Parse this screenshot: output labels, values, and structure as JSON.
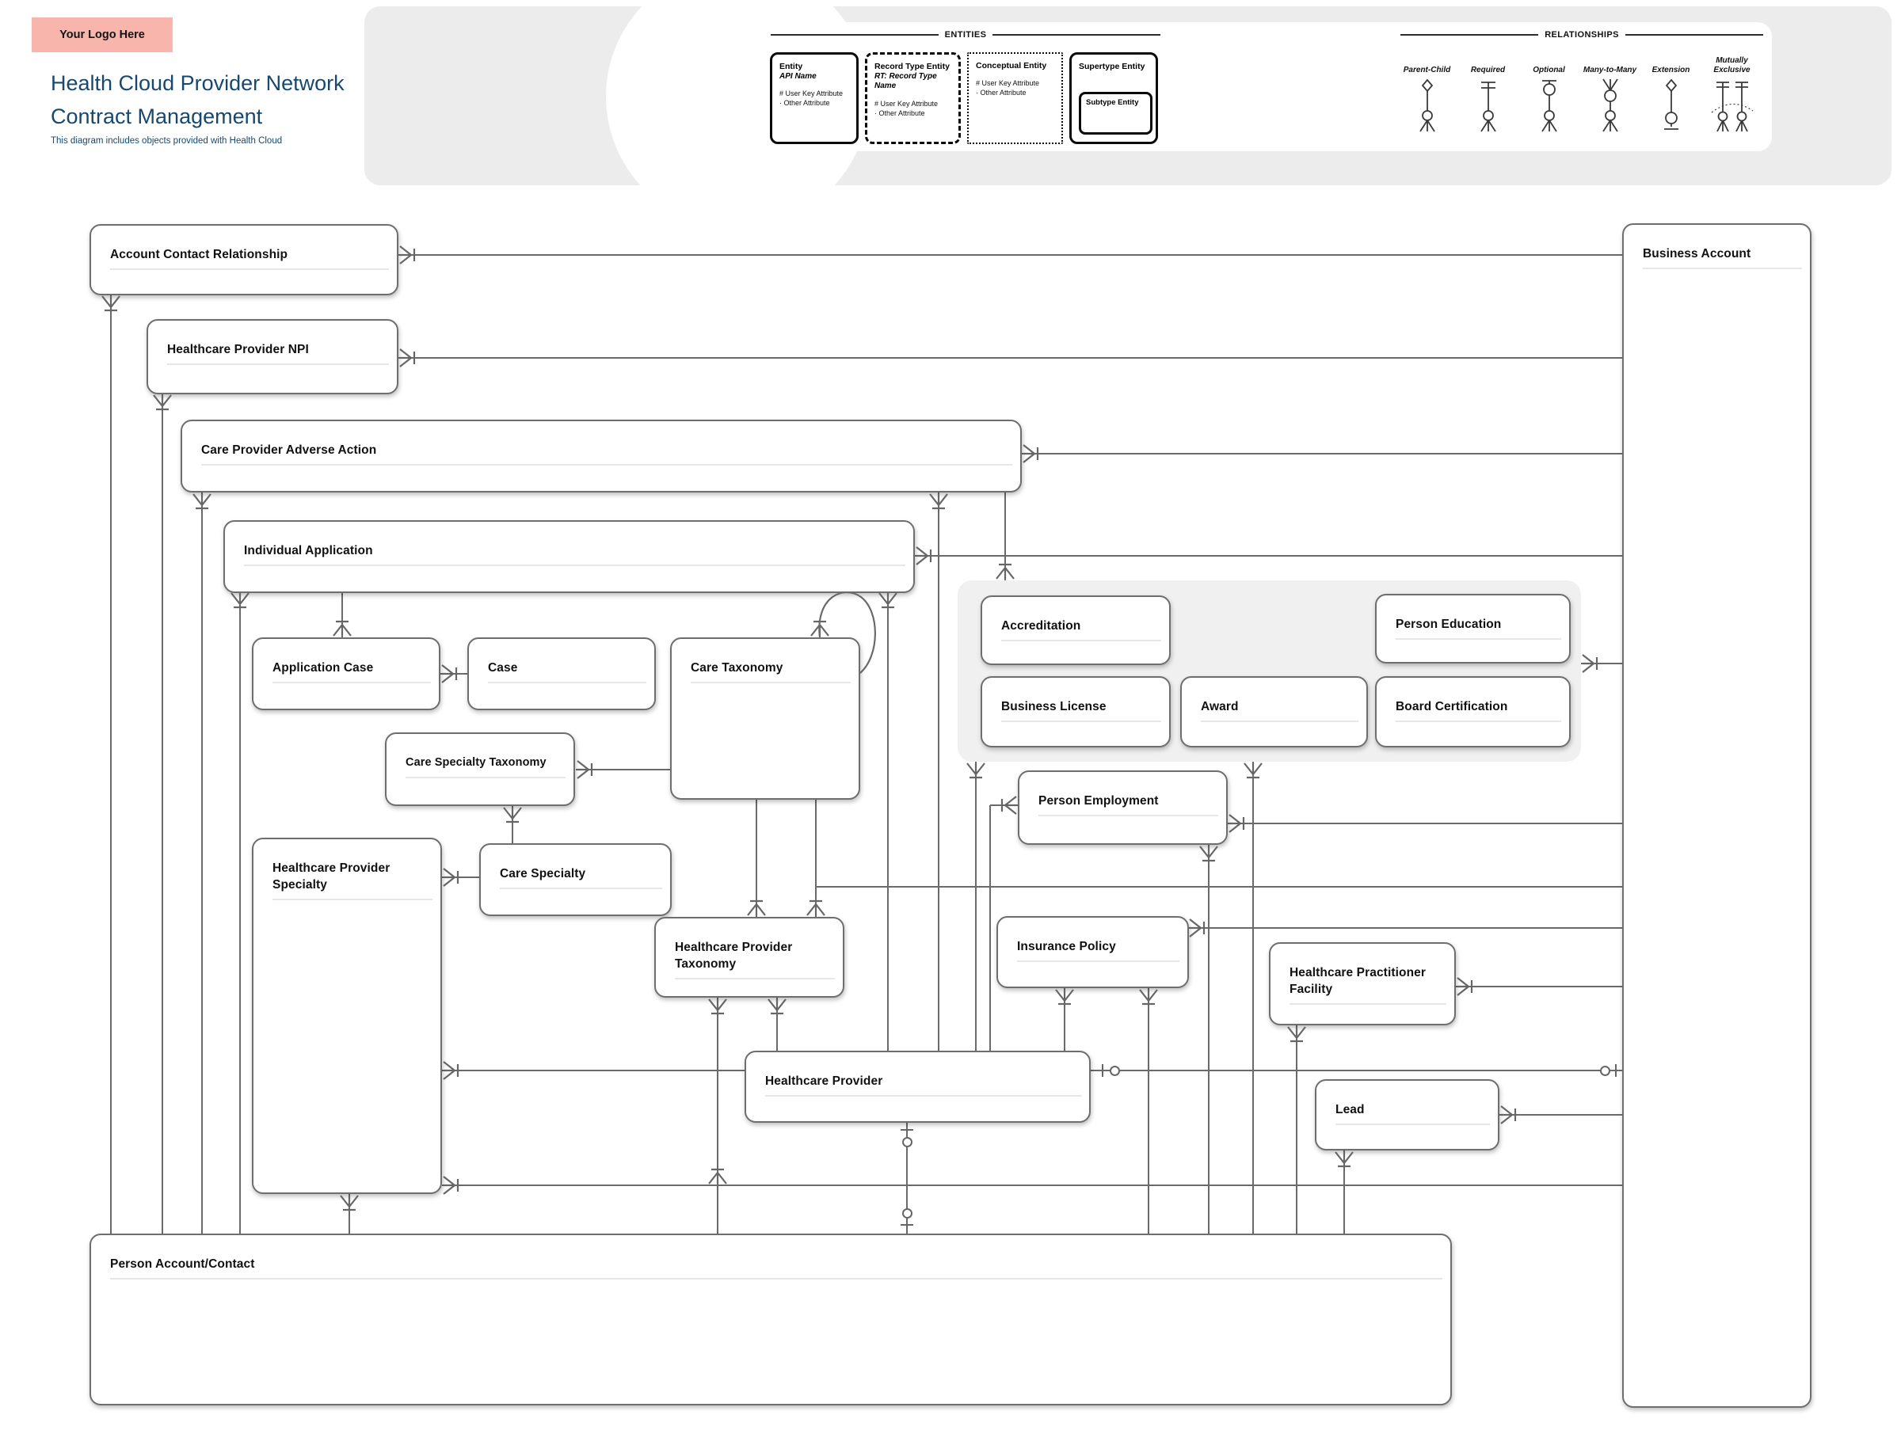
{
  "header": {
    "logo_label": "Your Logo Here",
    "title_line1": "Health Cloud Provider Network",
    "title_line2": "Contract Management",
    "subtitle": "This diagram includes objects provided with Health Cloud",
    "logo_color": "#f8b5ac",
    "title_color": "#17486f"
  },
  "legend": {
    "entities_header": "ENTITIES",
    "relationships_header": "RELATIONSHIPS",
    "entity_types": [
      {
        "label": "Entity",
        "sublabel": "API Name",
        "attr1": "# User Key Attribute",
        "attr2": "· Other Attribute",
        "border": "solid"
      },
      {
        "label": "Record Type Entity",
        "sublabel": "RT: Record Type Name",
        "attr1": "# User Key Attribute",
        "attr2": "· Other Attribute",
        "border": "dashed"
      },
      {
        "label": "Conceptual Entity",
        "sublabel": "",
        "attr1": "# User Key Attribute",
        "attr2": "· Other Attribute",
        "border": "dotted"
      },
      {
        "label": "Supertype Entity",
        "subtype_label": "Subtype Entity",
        "border": "solid"
      }
    ],
    "relationship_types": [
      {
        "label": "Parent-Child"
      },
      {
        "label": "Required"
      },
      {
        "label": "Optional"
      },
      {
        "label": "Many-to-Many"
      },
      {
        "label": "Extension"
      },
      {
        "label": "Mutually Exclusive"
      }
    ]
  },
  "diagram": {
    "line_color": "#6a6a6a",
    "entities": [
      {
        "id": "account-contact-relationship",
        "label": "Account Contact Relationship"
      },
      {
        "id": "healthcare-provider-npi",
        "label": "Healthcare Provider NPI"
      },
      {
        "id": "care-provider-adverse-action",
        "label": "Care Provider Adverse Action"
      },
      {
        "id": "individual-application",
        "label": "Individual Application"
      },
      {
        "id": "application-case",
        "label": "Application Case"
      },
      {
        "id": "case",
        "label": "Case"
      },
      {
        "id": "care-taxonomy",
        "label": "Care Taxonomy"
      },
      {
        "id": "care-specialty-taxonomy",
        "label": "Care Specialty Taxonomy"
      },
      {
        "id": "healthcare-provider-specialty",
        "label": "Healthcare Provider Specialty"
      },
      {
        "id": "care-specialty",
        "label": "Care Specialty"
      },
      {
        "id": "healthcare-provider-taxonomy",
        "label": "Healthcare Provider Taxonomy"
      },
      {
        "id": "accreditation",
        "label": "Accreditation"
      },
      {
        "id": "person-education",
        "label": "Person Education"
      },
      {
        "id": "business-license",
        "label": "Business License"
      },
      {
        "id": "award",
        "label": "Award"
      },
      {
        "id": "board-certification",
        "label": "Board Certification"
      },
      {
        "id": "person-employment",
        "label": "Person Employment"
      },
      {
        "id": "insurance-policy",
        "label": "Insurance Policy"
      },
      {
        "id": "healthcare-practitioner-facility",
        "label": "Healthcare Practitioner Facility"
      },
      {
        "id": "healthcare-provider",
        "label": "Healthcare Provider"
      },
      {
        "id": "lead",
        "label": "Lead"
      },
      {
        "id": "person-account-contact",
        "label": "Person Account/Contact"
      },
      {
        "id": "business-account",
        "label": "Business Account"
      }
    ]
  }
}
